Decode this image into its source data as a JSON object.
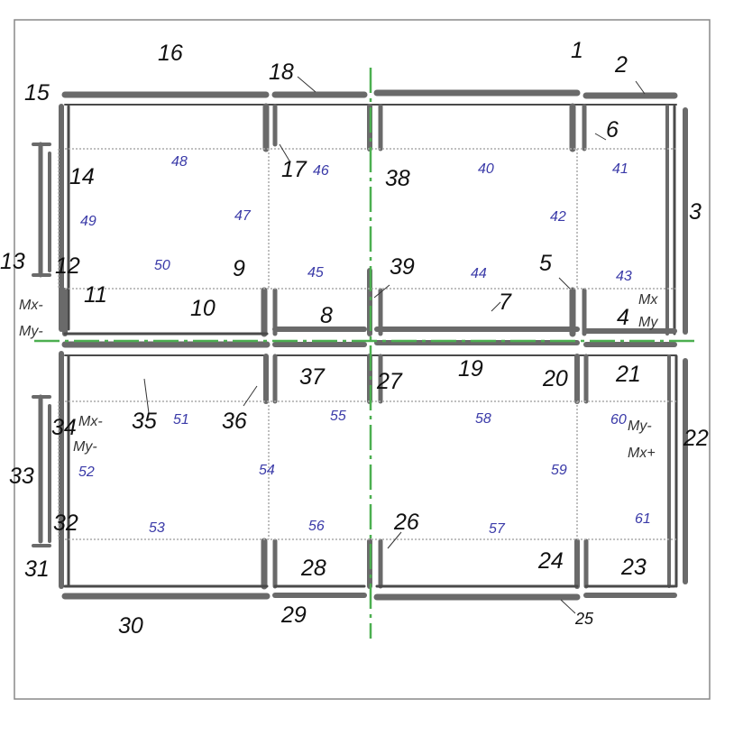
{
  "colors": {
    "beam": "#6a6a6a",
    "beam_dark": "#4a4a4a",
    "axis": "#4caf50",
    "black_label": "#111111",
    "blue_label": "#3a3aa8",
    "frame": "#888888"
  },
  "black_labels": [
    "1",
    "2",
    "3",
    "4",
    "5",
    "6",
    "7",
    "8",
    "9",
    "10",
    "11",
    "12",
    "13",
    "14",
    "15",
    "16",
    "17",
    "18",
    "19",
    "20",
    "21",
    "22",
    "23",
    "24",
    "25",
    "26",
    "27",
    "28",
    "29",
    "30",
    "31",
    "32",
    "33",
    "34",
    "35",
    "36",
    "37",
    "38",
    "39"
  ],
  "blue_labels": [
    "40",
    "41",
    "42",
    "43",
    "44",
    "45",
    "46",
    "47",
    "48",
    "49",
    "50",
    "51",
    "52",
    "53",
    "54",
    "55",
    "56",
    "57",
    "58",
    "59",
    "60",
    "61"
  ],
  "moment_labels": [
    "Mx-",
    "My-",
    "Mx",
    "My",
    "Mx-",
    "My-",
    "My-",
    "Mx+"
  ]
}
